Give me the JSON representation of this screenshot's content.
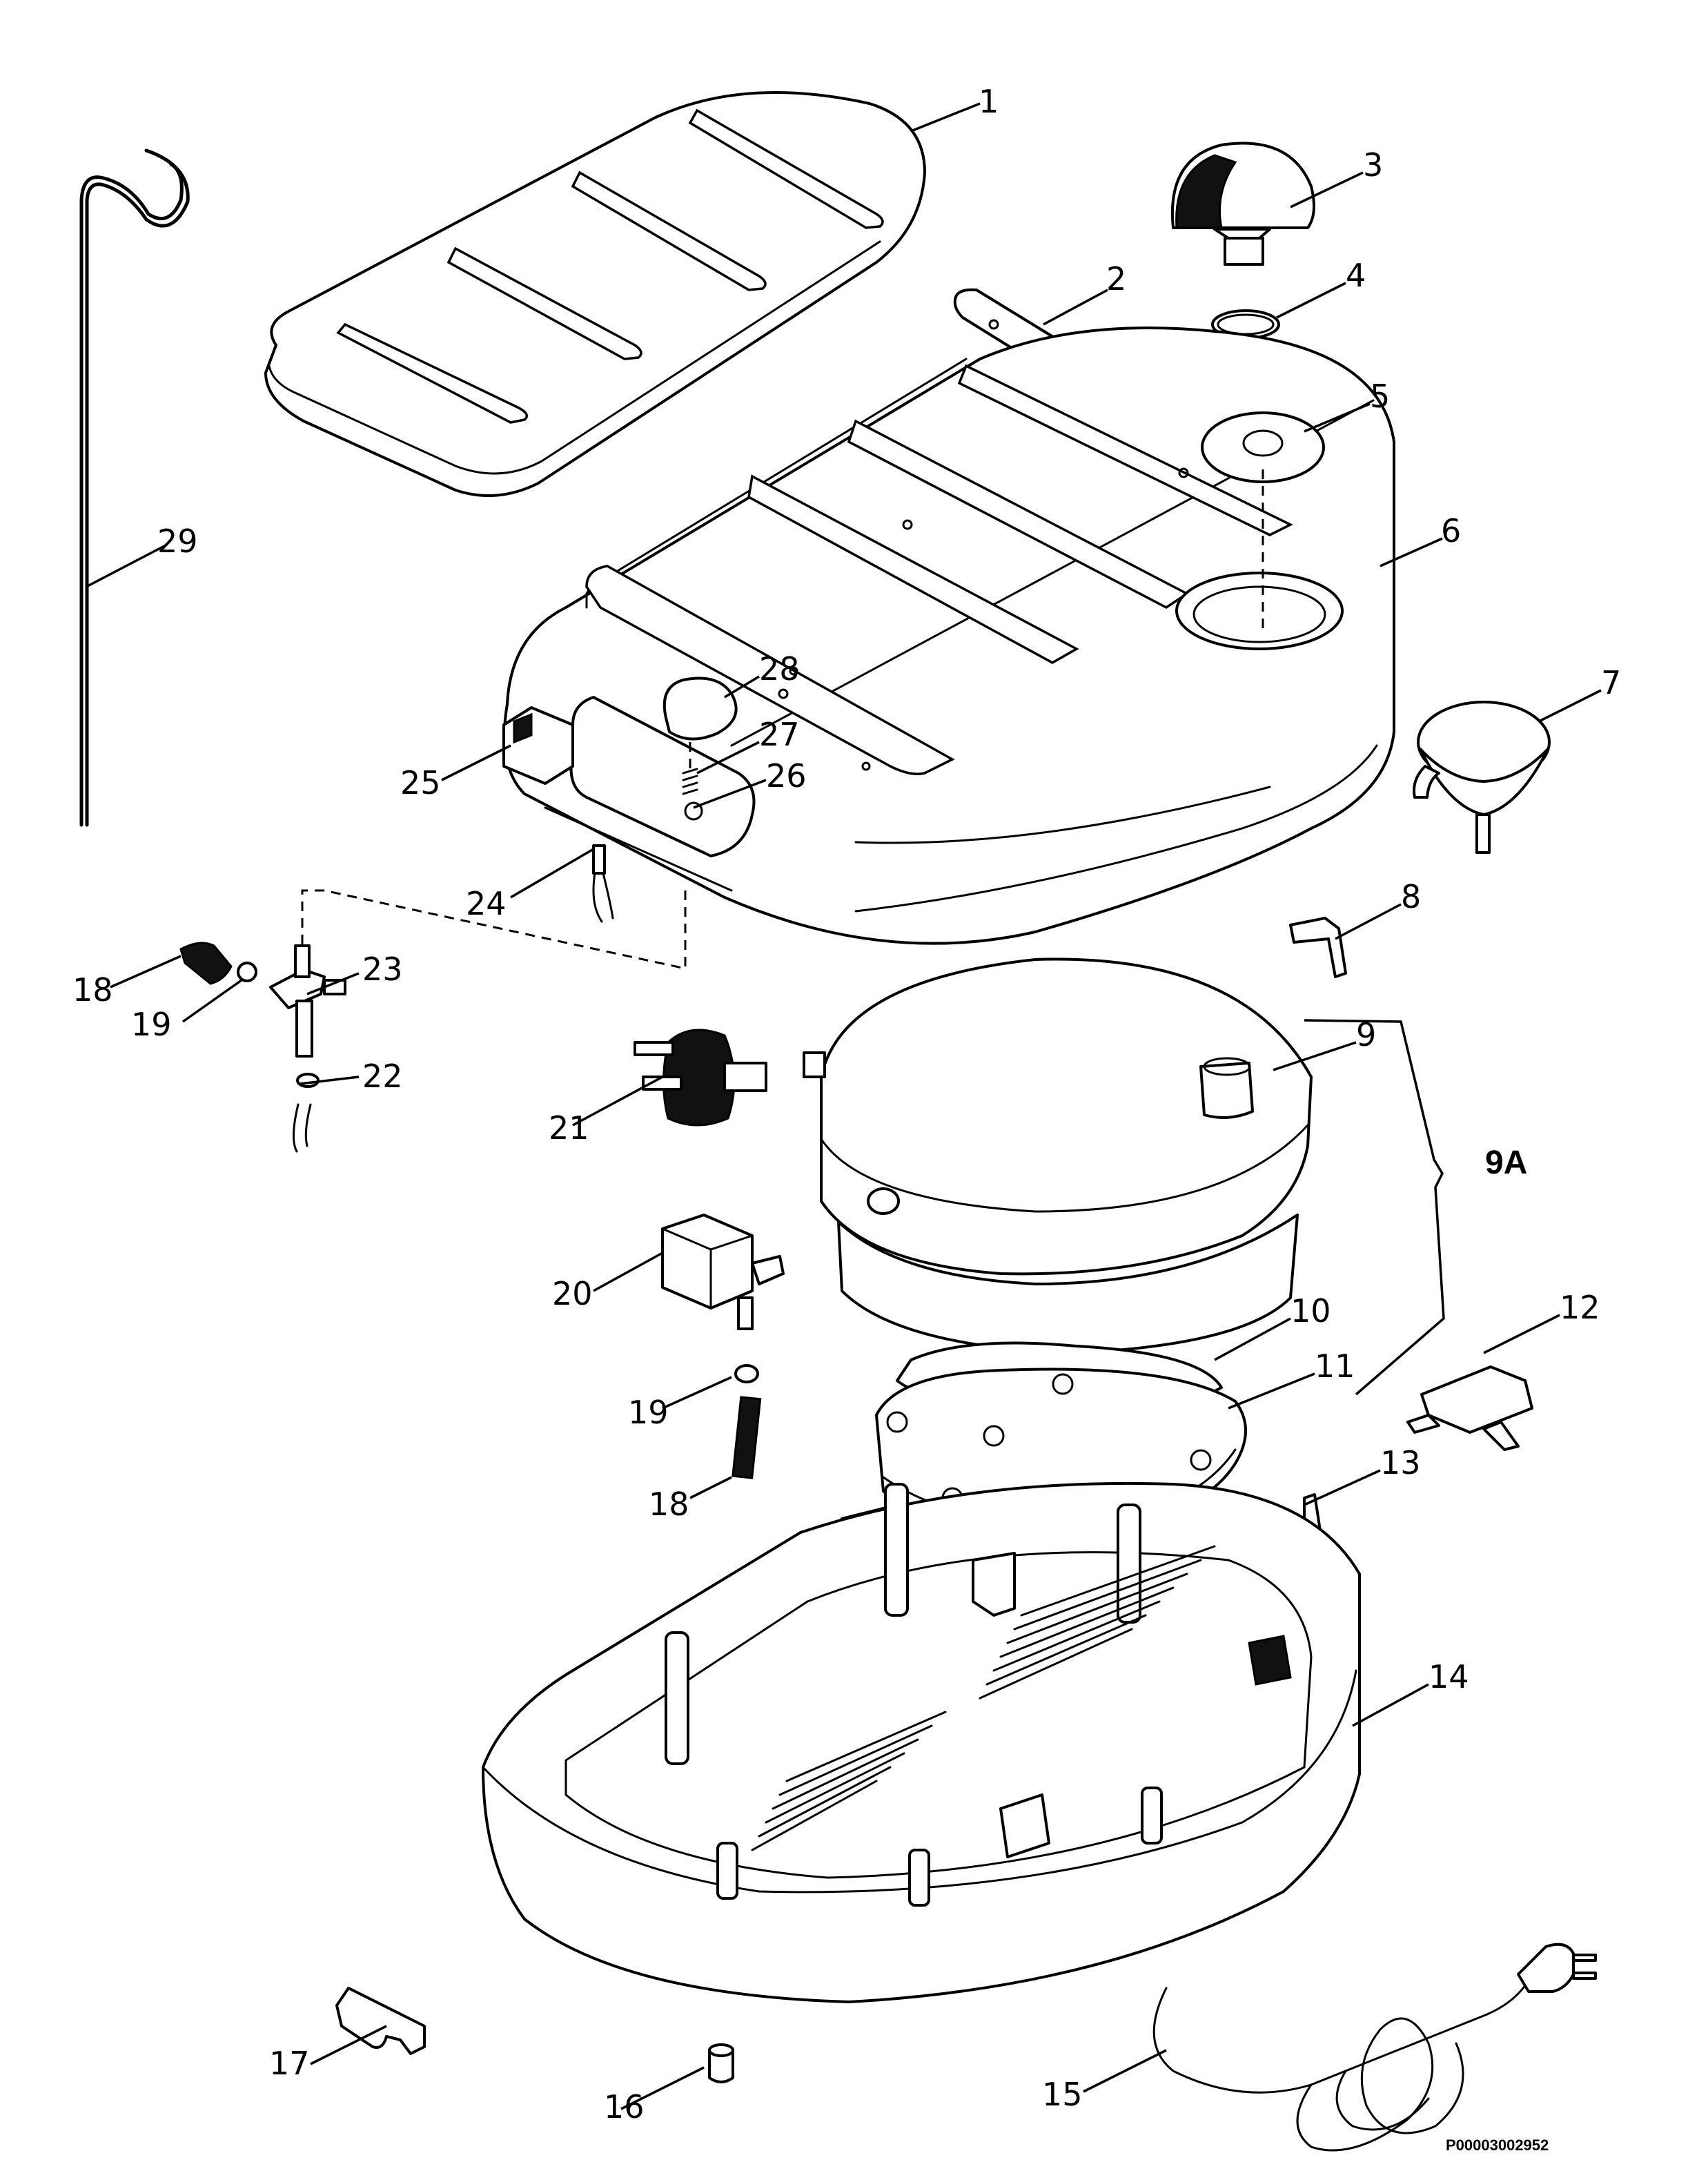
{
  "callouts": {
    "c1": "1",
    "c2": "2",
    "c3": "3",
    "c4": "4",
    "c5": "5",
    "c6": "6",
    "c7": "7",
    "c8": "8",
    "c9": "9",
    "c9a": "9A",
    "c10": "10",
    "c11": "11",
    "c12": "12",
    "c13": "13",
    "c14": "14",
    "c15": "15",
    "c16": "16",
    "c17": "17",
    "c18a": "18",
    "c18b": "18",
    "c19a": "19",
    "c19b": "19",
    "c20": "20",
    "c21": "21",
    "c22": "22",
    "c23": "23",
    "c24": "24",
    "c25": "25",
    "c26": "26",
    "c27": "27",
    "c28": "28",
    "c29": "29"
  },
  "drawing_code": "P00003002952"
}
